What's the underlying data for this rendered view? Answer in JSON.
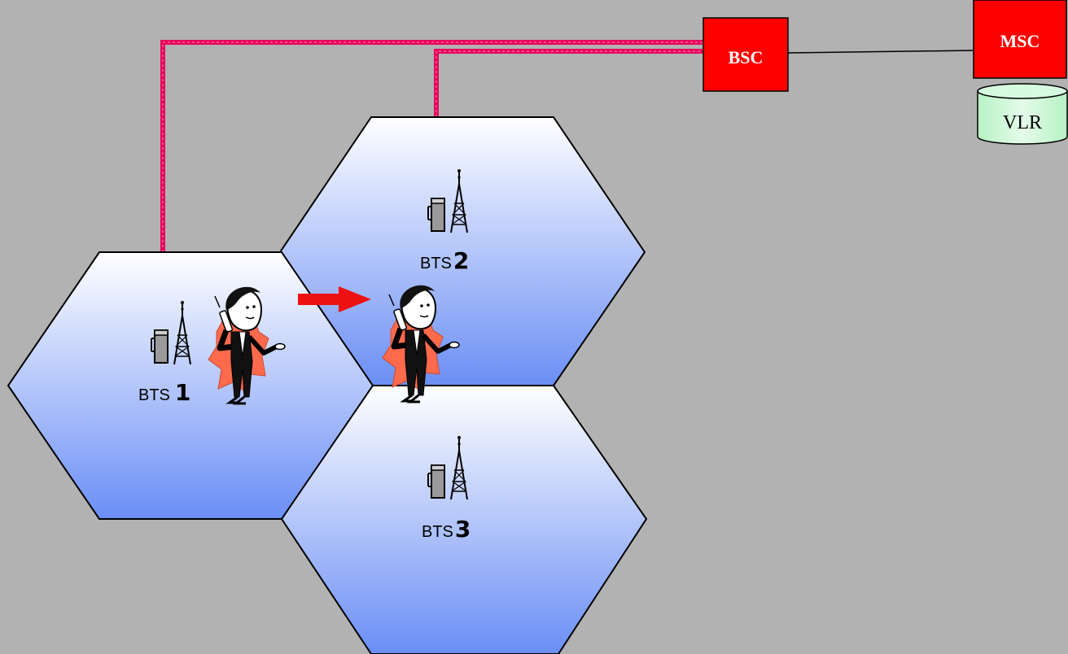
{
  "nodes": {
    "bsc": "BSC",
    "msc": "MSC",
    "vlr": "VLR"
  },
  "cells": [
    {
      "id": "cell-1",
      "word": "BTS",
      "number": "1"
    },
    {
      "id": "cell-2",
      "word": "BTS",
      "number": "2"
    },
    {
      "id": "cell-3",
      "word": "BTS",
      "number": "3"
    }
  ],
  "colors": {
    "background": "#b2b2b2",
    "box_fill": "#ff0000",
    "link_line": "#e8005a",
    "vlr_fill": "#c6f7d2",
    "cell_top": "#ffffff",
    "cell_bottom": "#6a8ef5",
    "burst": "#ff6a4d",
    "arrow": "#ee1111"
  },
  "icons": {
    "base_station": "radio-tower-with-cabinet-icon",
    "subscriber": "man-on-phone-icon",
    "handover": "arrow-right-icon"
  }
}
